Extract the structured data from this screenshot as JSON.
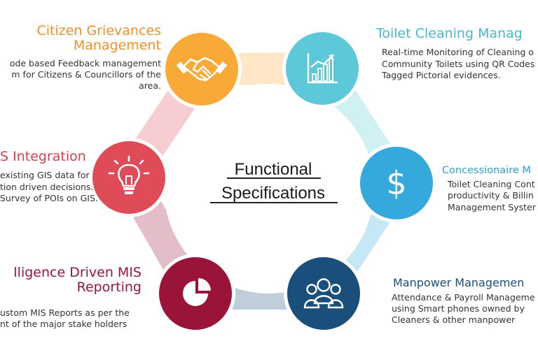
{
  "center": {
    "line1": "Functional",
    "line2": "Specifications"
  },
  "nodes": [
    {
      "id": "citizen",
      "icon": "handshake-icon",
      "color": "#F9A935",
      "title": [
        "Citizen Grievances",
        "Management"
      ],
      "desc": [
        "ode based Feedback management",
        "m for Citizens & Councillors of the",
        "area."
      ]
    },
    {
      "id": "toilet",
      "icon": "bar-chart-icon",
      "color": "#5CC8D8",
      "title": [
        "Toilet Cleaning Manag"
      ],
      "desc": [
        "Real-time Monitoring of Cleaning o",
        "Community Toilets using QR Codes",
        "Tagged Pictorial evidences."
      ]
    },
    {
      "id": "gis",
      "icon": "lightbulb-icon",
      "color": "#E04B58",
      "title": [
        "S Integration"
      ],
      "desc": [
        "existing GIS data for",
        "tion driven decisions.",
        "Survey of POIs on GIS."
      ]
    },
    {
      "id": "concessionaire",
      "icon": "dollar-icon",
      "color": "#35A9DC",
      "title": [
        "Concessionaire M"
      ],
      "desc": [
        "Toilet Cleaning Cont",
        "productivity & Billin",
        "Management Syster"
      ]
    },
    {
      "id": "mis",
      "icon": "pie-chart-icon",
      "color": "#9A1439",
      "title": [
        "lligence Driven MIS",
        "Reporting"
      ],
      "desc": [
        "ustom MIS Reports as per the",
        "nt of the major stake holders"
      ]
    },
    {
      "id": "manpower",
      "icon": "people-icon",
      "color": "#1A4F7C",
      "title": [
        "Manpower Managemen"
      ],
      "desc": [
        "Attendance & Payroll Manageme",
        "using Smart phones owned by",
        "Cleaners & other manpower"
      ]
    }
  ]
}
